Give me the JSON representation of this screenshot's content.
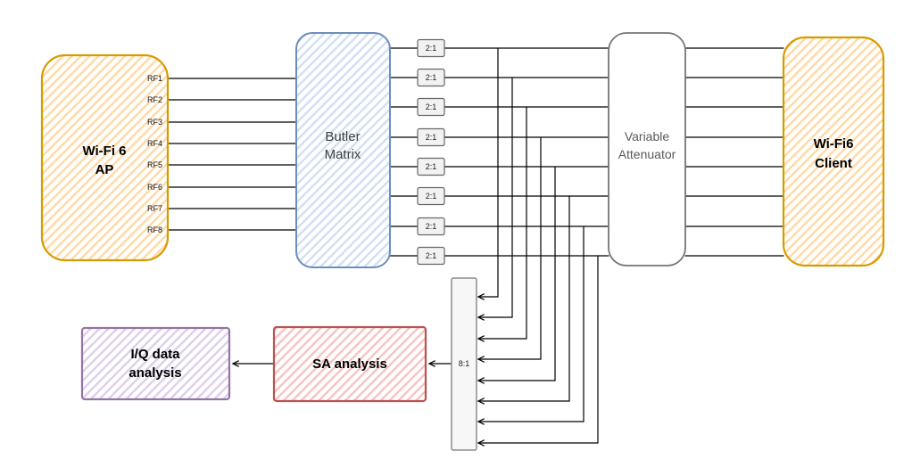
{
  "diagram": {
    "nodes": {
      "ap": {
        "label_line1": "Wi-Fi 6",
        "label_line2": "AP",
        "border_color": "#d79b00",
        "hatch_color": "#ffd9a4"
      },
      "butler_matrix": {
        "label_line1": "Butler",
        "label_line2": "Matrix",
        "border_color": "#6c8ebf",
        "hatch_color": "#cfdff4"
      },
      "variable_attenuator": {
        "label_line1": "Variable",
        "label_line2": "Attenuator",
        "border_color": "#757575",
        "fill_color": "#ffffff"
      },
      "client": {
        "label_line1": "Wi-Fi6",
        "label_line2": "Client",
        "border_color": "#d79b00",
        "hatch_color": "#ffd9a4"
      },
      "combiner_8to1": {
        "label": "8:1",
        "border_color": "#8c8c8c",
        "fill_color": "#f7f7f7"
      },
      "sa_analysis": {
        "label": "SA analysis",
        "border_color": "#b85450",
        "hatch_color": "#f5c3c0"
      },
      "iq_analysis": {
        "label_line1": "I/Q data",
        "label_line2": "analysis",
        "border_color": "#9673a6",
        "hatch_color": "#dccfe9"
      }
    },
    "rf_ports": [
      "RF1",
      "RF2",
      "RF3",
      "RF4",
      "RF5",
      "RF6",
      "RF7",
      "RF8"
    ],
    "splitters": [
      "2:1",
      "2:1",
      "2:1",
      "2:1",
      "2:1",
      "2:1",
      "2:1",
      "2:1"
    ],
    "wire_color": "#000000"
  }
}
